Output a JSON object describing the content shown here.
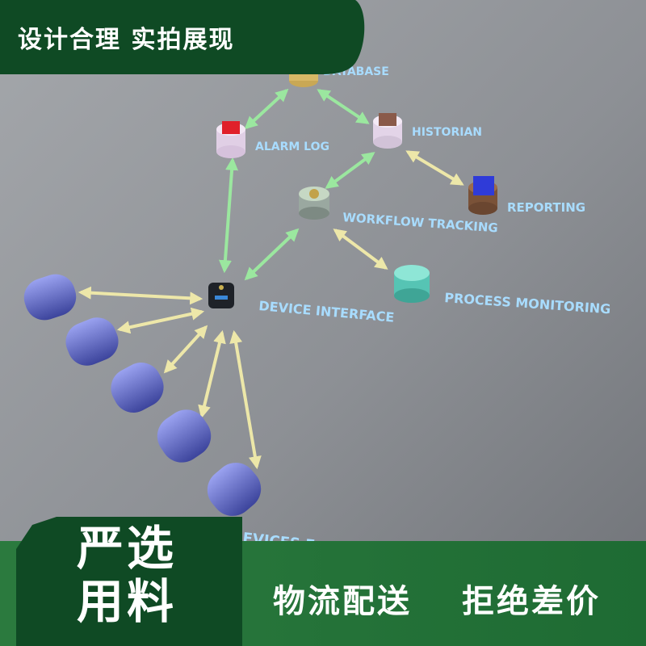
{
  "banner_top": {
    "text": "设计合理 实拍展现"
  },
  "diagram": {
    "labels": {
      "database": "DATABASE",
      "historian": "HISTORIAN",
      "alarm_log": "ALARM LOG",
      "reporting": "REPORTING",
      "workflow": "WORKFLOW TRACKING",
      "process": "PROCESS MONITORING",
      "device_interface": "DEVICE INTERFACE",
      "devices_partial": "EVICES E"
    }
  },
  "banner_bottom": {
    "line1": "严选",
    "line2": "用料",
    "slogan1": "物流配送",
    "slogan2": "拒绝差价"
  },
  "colors": {
    "green_dark": "#0f4a24",
    "green_mid": "#2b7a3e",
    "label_blue": "#a8dcff",
    "arrow_green": "#9cf0a0",
    "arrow_yellow": "#f2ecaa",
    "device_blue": "#6f78d8"
  }
}
